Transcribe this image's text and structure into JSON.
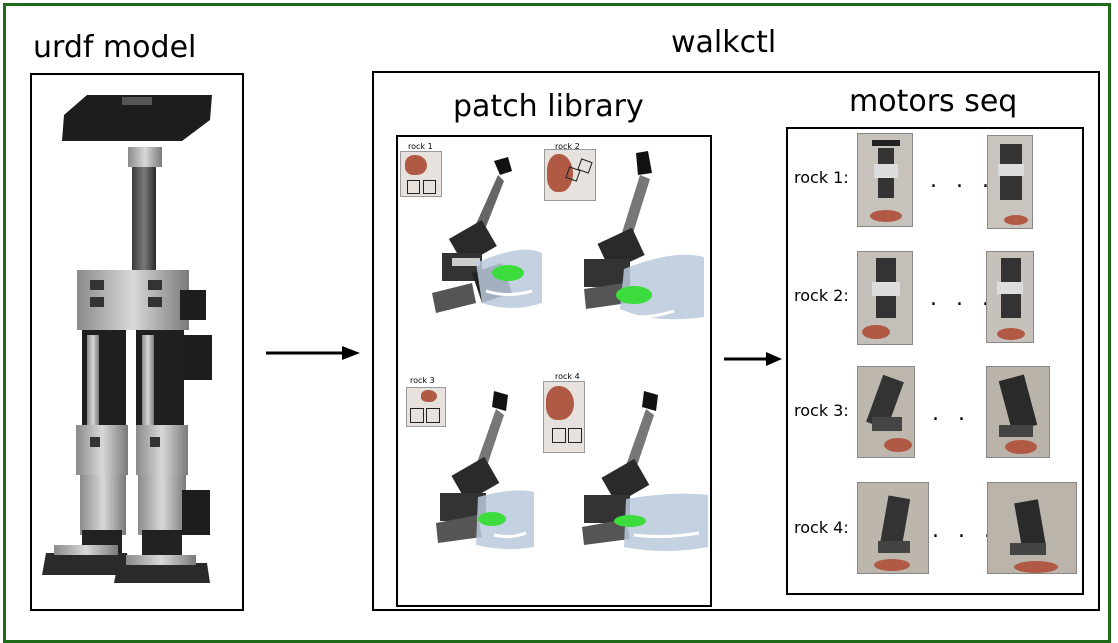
{
  "titles": {
    "urdf": "urdf model",
    "walkctl": "walkctl",
    "patch_library": "patch library",
    "motors_seq": "motors seq"
  },
  "patches": [
    {
      "label": "rock 1"
    },
    {
      "label": "rock 2"
    },
    {
      "label": "rock 3"
    },
    {
      "label": "rock 4"
    }
  ],
  "motor_rows": [
    {
      "label": "rock 1:",
      "dots": ". . ."
    },
    {
      "label": "rock 2:",
      "dots": ". . ."
    },
    {
      "label": "rock 3:",
      "dots": ". . ."
    },
    {
      "label": "rock 4:",
      "dots": ". . ."
    }
  ],
  "colors": {
    "frame": "#1f6b1a",
    "rock": "#b05a45",
    "point_cloud": "#9fb4cc",
    "foot_patch": "#3ddc3d"
  }
}
